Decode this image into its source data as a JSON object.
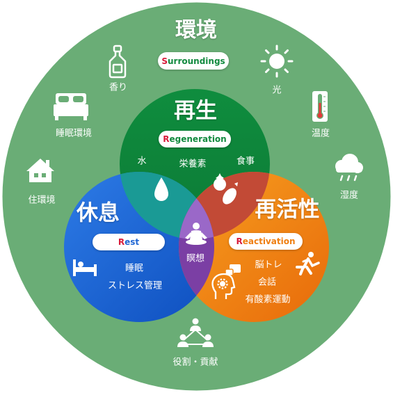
{
  "outer": {
    "title": "環境",
    "subtitle_first": "S",
    "subtitle_rest": "urroundings",
    "items": [
      "香り",
      "光",
      "睡眠環境",
      "温度",
      "住環境",
      "湿度",
      "役割・貢献"
    ]
  },
  "regeneration": {
    "title": "再生",
    "subtitle_first": "R",
    "subtitle_rest": "egeneration",
    "items": [
      "水",
      "栄養素",
      "食事"
    ]
  },
  "rest": {
    "title": "休息",
    "subtitle_first": "R",
    "subtitle_rest": "est",
    "items": [
      "睡眠",
      "ストレス管理"
    ]
  },
  "reactivation": {
    "title": "再活性",
    "subtitle_first": "R",
    "subtitle_rest": "eactivation",
    "items": [
      "脳トレ",
      "会話",
      "有酸素運動"
    ]
  },
  "center": {
    "label": "瞑想"
  },
  "colors": {
    "outer": "#6aad76",
    "regeneration": "#128a3f",
    "rest": "#1f66d4",
    "reactivation": "#ef7f12",
    "accent": "#d81b3a",
    "outer_title": "#ffffff"
  },
  "icons": [
    "perfume-bottle-icon",
    "sun-icon",
    "bed-icon",
    "thermometer-icon",
    "house-icon",
    "rain-cloud-icon",
    "people-network-icon",
    "water-drop-icon",
    "vegetables-icon",
    "sleep-bed-icon",
    "meditation-icon",
    "chat-icon",
    "brain-gear-icon",
    "running-person-icon"
  ]
}
